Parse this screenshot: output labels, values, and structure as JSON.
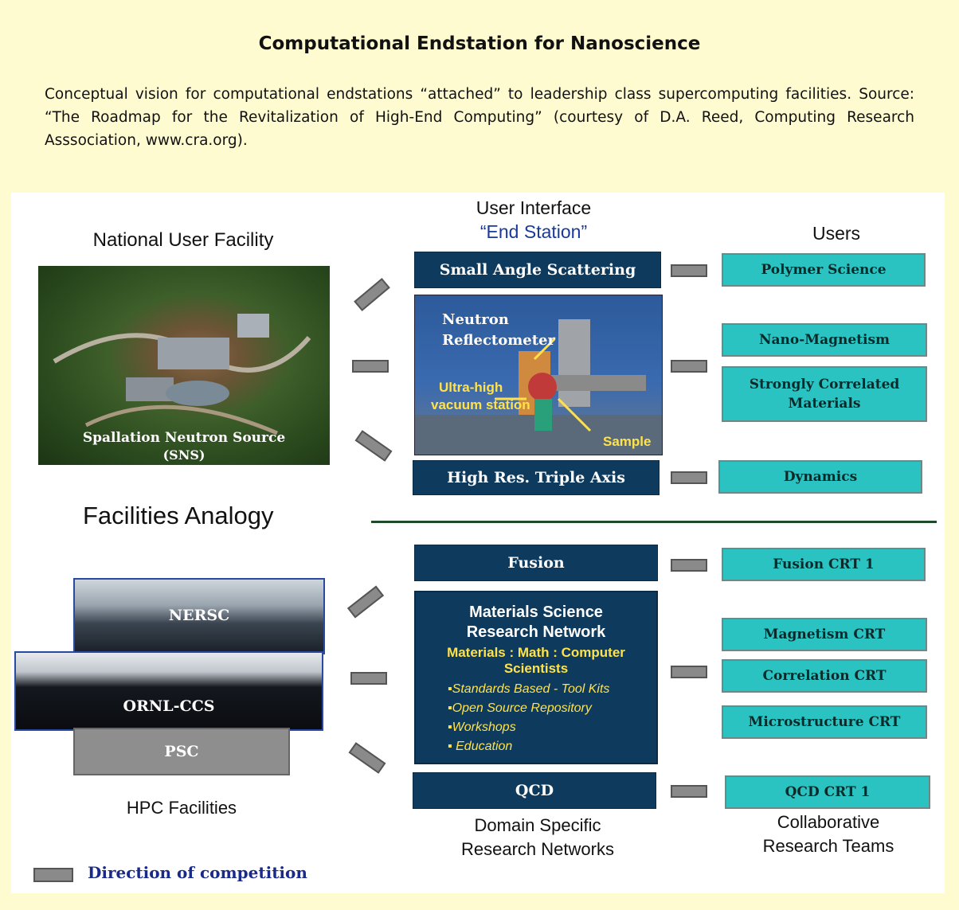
{
  "title": "Computational Endstation for Nanoscience",
  "caption": "Conceptual vision for computational endstations “attached” to leadership class supercomputing facilities. Source: “The Roadmap for the Revitalization of High-End Computing” (courtesy of D.A. Reed, Computing Research Asssociation, www.cra.org).",
  "diagram": {
    "national_user_facility": "National User Facility",
    "user_interface": "User Interface",
    "end_station": "“End Station”",
    "users": "Users",
    "sns_label_1": "Spallation Neutron Source",
    "sns_label_2": "(SNS)",
    "facilities_analogy": "Facilities Analogy",
    "hpc_facilities": "HPC Facilities",
    "domain_specific": "Domain Specific",
    "research_networks": "Research Networks",
    "collaborative": "Collaborative",
    "research_teams": "Research Teams",
    "legend_label": "Direction of competition",
    "endstations_top": [
      "Small Angle Scattering",
      "High Res. Triple Axis"
    ],
    "reflectometer": {
      "neutron": "Neutron",
      "reflectometer": "Reflectometer",
      "uhv_1": "Ultra-high",
      "uhv_2": "vacuum station",
      "sample": "Sample"
    },
    "users_top": [
      "Polymer Science",
      "Nano-Magnetism",
      "Strongly Correlated Materials",
      "Dynamics"
    ],
    "hpc": {
      "nersc": "NERSC",
      "ornl": "ORNL-CCS",
      "psc": "PSC"
    },
    "networks": [
      "Fusion",
      "QCD"
    ],
    "msrn": {
      "line1": "Materials Science",
      "line2": "Research Network",
      "line3": "Materials : Math : Computer",
      "line4": "Scientists",
      "bullets": [
        "Standards Based - Tool Kits",
        "Open Source Repository",
        "Workshops",
        "Education"
      ]
    },
    "teams": [
      "Fusion CRT 1",
      "Magnetism CRT",
      "Correlation CRT",
      "Microstructure CRT",
      "QCD CRT 1"
    ]
  },
  "colors": {
    "background": "#fffbd0",
    "navy": "#0e3a5e",
    "teal": "#2bc2c2",
    "arrow": "#8a8a8a",
    "divider": "#1e4a2a",
    "legend_text": "#1a2a8a"
  }
}
